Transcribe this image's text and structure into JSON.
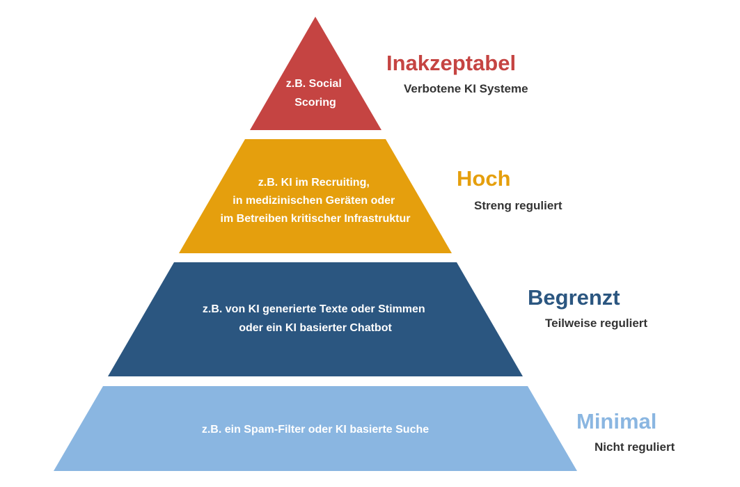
{
  "tiers": [
    {
      "level": "Inakzeptabel",
      "description": "Verbotene KI Systeme",
      "example_lines": [
        "z.B. Social",
        "Scoring"
      ],
      "color": "#c54442",
      "label_color": "#c54442"
    },
    {
      "level": "Hoch",
      "description": "Streng reguliert",
      "example_lines": [
        "z.B. KI im Recruiting,",
        "in medizinischen Geräten oder",
        "im Betreiben kritischer Infrastruktur"
      ],
      "color": "#e59f0d",
      "label_color": "#e59f0d"
    },
    {
      "level": "Begrenzt",
      "description": "Teilweise reguliert",
      "example_lines": [
        "z.B. von KI generierte Texte oder Stimmen",
        "oder ein KI basierter Chatbot"
      ],
      "color": "#2b5680",
      "label_color": "#2b5680"
    },
    {
      "level": "Minimal",
      "description": "Nicht reguliert",
      "example_lines": [
        "z.B. ein Spam-Filter oder KI basierte Suche"
      ],
      "color": "#8ab6e1",
      "label_color": "#8ab6e1"
    }
  ]
}
